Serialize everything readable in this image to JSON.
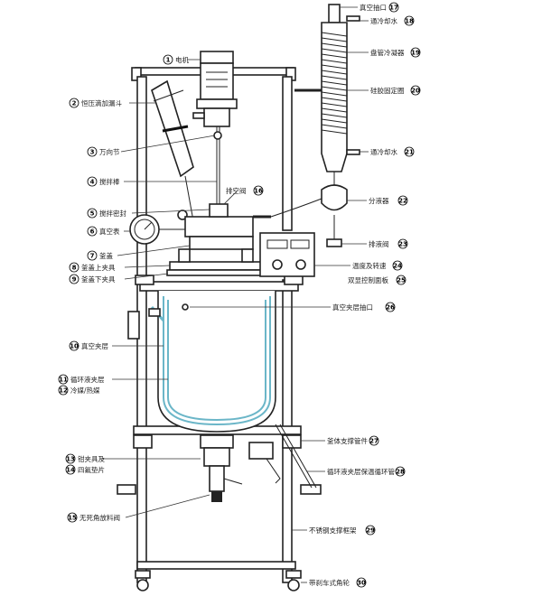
{
  "callouts": [
    {
      "n": "1",
      "t": "电机"
    },
    {
      "n": "2",
      "t": "恒压滴加漏斗"
    },
    {
      "n": "3",
      "t": "万向节"
    },
    {
      "n": "4",
      "t": "搅拌棒"
    },
    {
      "n": "5",
      "t": "搅拌密封"
    },
    {
      "n": "6",
      "t": "真空表"
    },
    {
      "n": "7",
      "t": "釜盖"
    },
    {
      "n": "8",
      "t": "釜盖上夹具"
    },
    {
      "n": "9",
      "t": "釜盖下夹具"
    },
    {
      "n": "10",
      "t": "真空夹层"
    },
    {
      "n": "11",
      "t": "循环液夹层"
    },
    {
      "n": "12",
      "t": "冷媒/热媒"
    },
    {
      "n": "13",
      "t": "钳夹具及"
    },
    {
      "n": "14",
      "t": "四氟垫片"
    },
    {
      "n": "15",
      "t": "无死角放料阀"
    },
    {
      "n": "16",
      "t": "排空阀"
    },
    {
      "n": "17",
      "t": "真空抽口"
    },
    {
      "n": "18",
      "t": "通冷却水"
    },
    {
      "n": "19",
      "t": "盘管冷凝器"
    },
    {
      "n": "20",
      "t": "硅胶固定圈"
    },
    {
      "n": "21",
      "t": "通冷却水"
    },
    {
      "n": "22",
      "t": "分液器"
    },
    {
      "n": "23",
      "t": "排液阀"
    },
    {
      "n": "24",
      "t": "温度及转速"
    },
    {
      "n": "25",
      "t": "双显控制面板"
    },
    {
      "n": "26",
      "t": "真空夹层抽口"
    },
    {
      "n": "27",
      "t": "釜体支撑管件"
    },
    {
      "n": "28",
      "t": "循环液夹层保温循环管"
    },
    {
      "n": "29",
      "t": "不锈钢支撑框架"
    },
    {
      "n": "30",
      "t": "带刹车式角轮"
    }
  ]
}
